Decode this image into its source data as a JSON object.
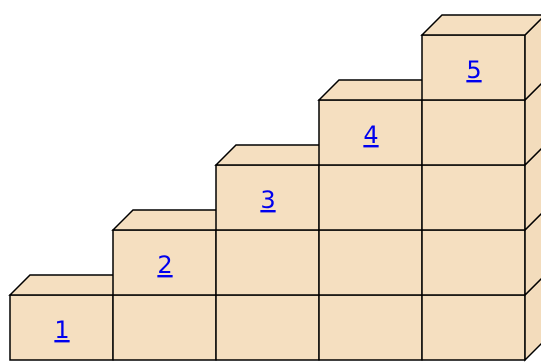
{
  "colors": {
    "background": "#ffffff",
    "cube_face": "#f5dfc0",
    "cube_top": "#f5dfc0",
    "cube_side": "#f3dcbc",
    "outline": "#000000",
    "link": "#0000ee"
  },
  "steps": [
    {
      "label": "1",
      "column": 0,
      "height": 1
    },
    {
      "label": "2",
      "column": 1,
      "height": 2
    },
    {
      "label": "3",
      "column": 2,
      "height": 3
    },
    {
      "label": "4",
      "column": 3,
      "height": 4
    },
    {
      "label": "5",
      "column": 4,
      "height": 5
    }
  ]
}
